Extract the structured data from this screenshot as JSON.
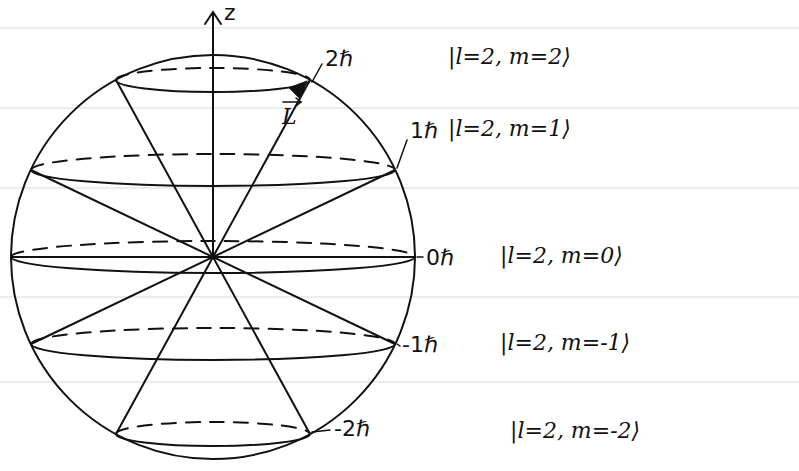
{
  "diagram": {
    "labels": [
      "z",
      "L",
      "2ℏ",
      "|l=2, m=2⟩",
      "1ℏ",
      "|l=2, m=1⟩",
      "0ℏ",
      "|l=2, m=0⟩",
      "-1ℏ",
      "|l=2, m=-1⟩",
      "-2ℏ",
      "|l=2, m=-2⟩"
    ]
  }
}
